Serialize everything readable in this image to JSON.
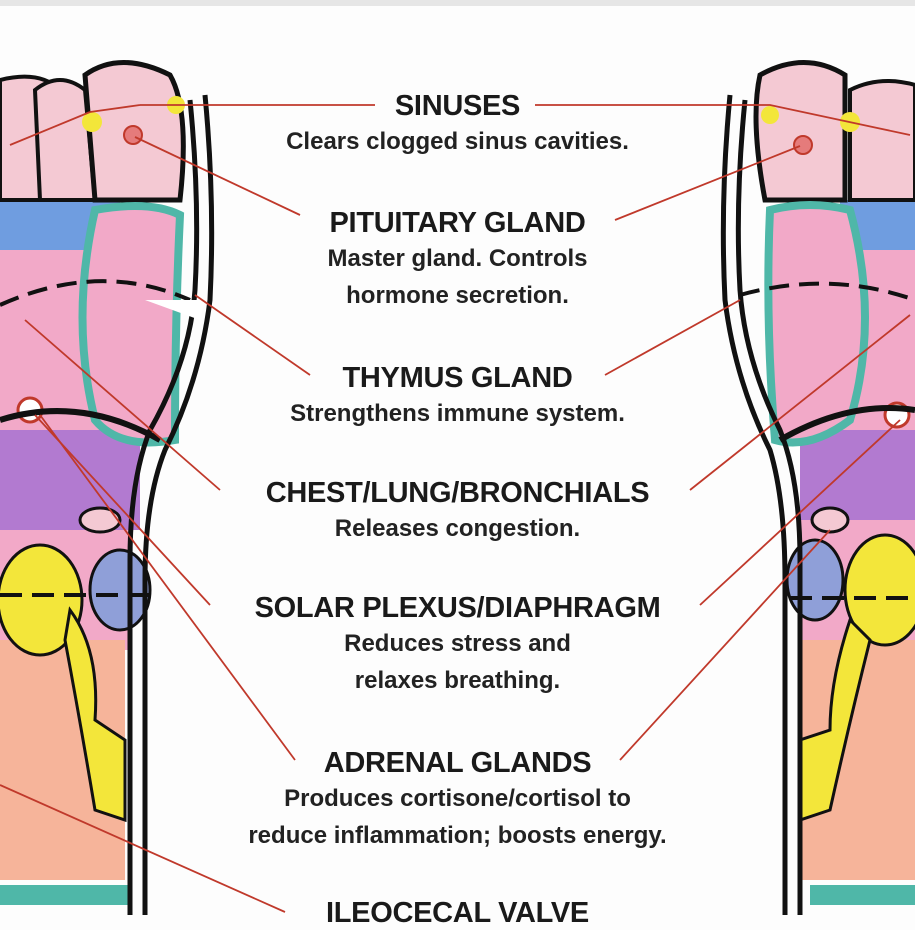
{
  "reflex_points": [
    {
      "title": "SINUSES",
      "description": [
        "Clears clogged sinus cavities."
      ]
    },
    {
      "title": "PITUITARY GLAND",
      "description": [
        "Master gland. Controls",
        "hormone secretion."
      ]
    },
    {
      "title": "THYMUS GLAND",
      "description": [
        "Strengthens immune system."
      ]
    },
    {
      "title": "CHEST/LUNG/BRONCHIALS",
      "description": [
        "Releases congestion."
      ]
    },
    {
      "title": "SOLAR PLEXUS/DIAPHRAGM",
      "description": [
        "Reduces stress and",
        "relaxes breathing."
      ]
    },
    {
      "title": "ADRENAL GLANDS",
      "description": [
        "Produces cortisone/cortisol to",
        "reduce inflammation; boosts energy."
      ]
    },
    {
      "title": "ILEOCECAL VALVE",
      "description": []
    }
  ],
  "colors": {
    "line": "#c0392b",
    "toe": "#f4c9d3",
    "chest": "#f2a9c8",
    "teal": "#4fb7a8",
    "blue": "#6f9de0",
    "purple": "#b27ad0",
    "yellow": "#f3e63a",
    "peach": "#f6b49a"
  }
}
